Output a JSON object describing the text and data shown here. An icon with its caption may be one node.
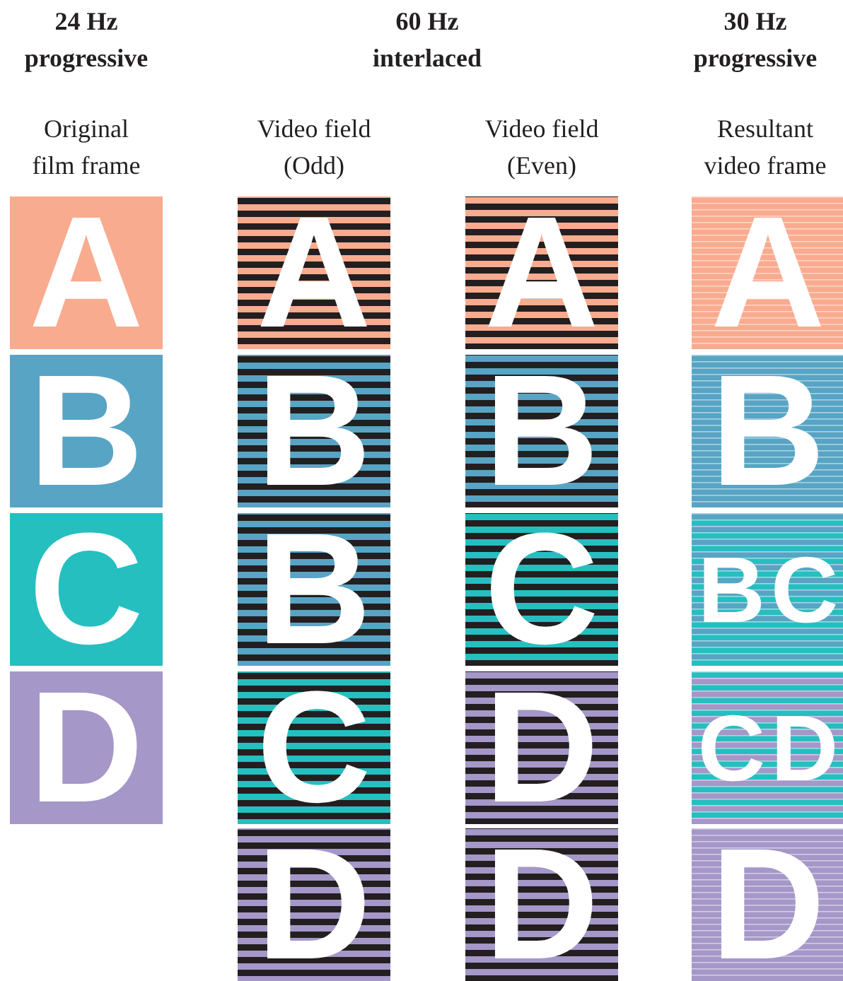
{
  "diagram": {
    "nodes": [
      {
        "text": [
          "A"
        ]
      },
      {
        "text": [
          "B"
        ]
      },
      {
        "text": [
          "C"
        ]
      },
      {
        "text": [
          "D"
        ]
      },
      {
        "text": [
          "A"
        ]
      },
      {
        "text": [
          "B"
        ]
      },
      {
        "text": [
          "B"
        ]
      },
      {
        "text": [
          "C"
        ]
      },
      {
        "text": [
          "D"
        ]
      },
      {
        "text": [
          "A"
        ]
      },
      {
        "text": [
          "B"
        ]
      },
      {
        "text": [
          "C"
        ]
      },
      {
        "text": [
          "D"
        ]
      },
      {
        "text": [
          "D"
        ]
      },
      {
        "text": [
          "A"
        ]
      },
      {
        "text": [
          "B"
        ]
      },
      {
        "text": [
          "B",
          "C"
        ]
      },
      {
        "text": [
          "C",
          "D"
        ]
      },
      {
        "text": [
          "D"
        ]
      }
    ],
    "labels": [
      "24 Hz progressive",
      "60 Hz interlaced",
      "30 Hz progressive",
      "Original film frame",
      "Video field (Odd)",
      "Video field (Even)",
      "Resultant video frame"
    ]
  }
}
